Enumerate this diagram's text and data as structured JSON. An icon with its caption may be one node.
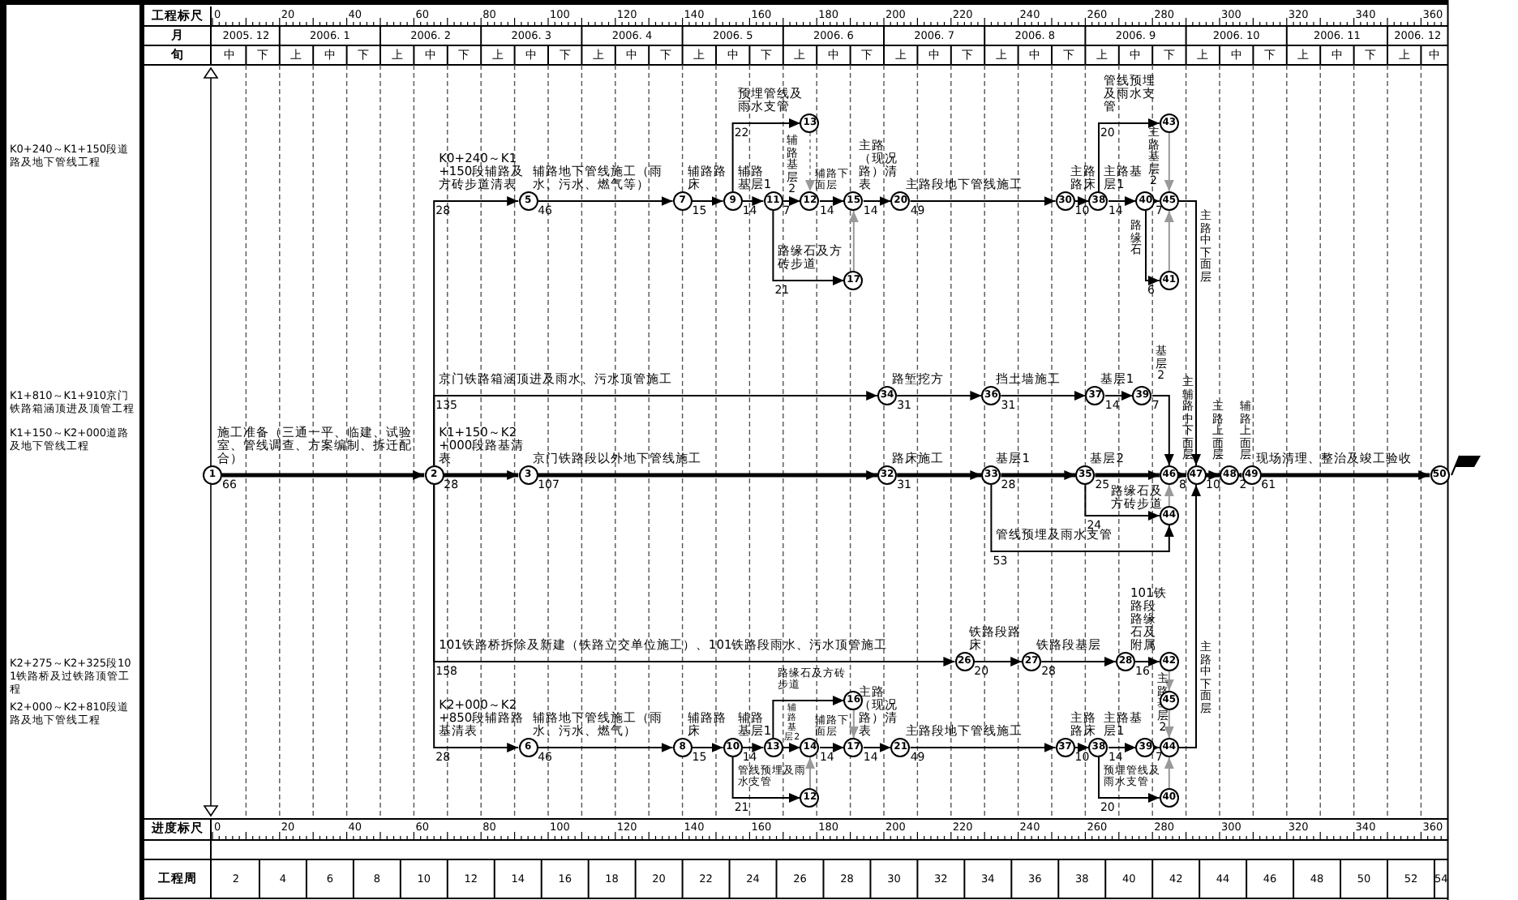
{
  "diagram": {
    "nodes": [
      {
        "text": [
          "1"
        ]
      },
      {
        "text": [
          "2"
        ]
      },
      {
        "text": [
          "3"
        ]
      },
      {
        "text": [
          "32"
        ]
      },
      {
        "text": [
          "33"
        ]
      },
      {
        "text": [
          "35"
        ]
      },
      {
        "text": [
          "46"
        ]
      },
      {
        "text": [
          "47"
        ]
      },
      {
        "text": [
          "48"
        ]
      },
      {
        "text": [
          "49"
        ]
      },
      {
        "text": [
          "50"
        ]
      },
      {
        "text": [
          "5"
        ]
      },
      {
        "text": [
          "7"
        ]
      },
      {
        "text": [
          "9"
        ]
      },
      {
        "text": [
          "11"
        ]
      },
      {
        "text": [
          "13"
        ]
      },
      {
        "text": [
          "12"
        ]
      },
      {
        "text": [
          "17"
        ]
      },
      {
        "text": [
          "15"
        ]
      },
      {
        "text": [
          "20"
        ]
      },
      {
        "text": [
          "30"
        ]
      },
      {
        "text": [
          "38"
        ]
      },
      {
        "text": [
          "40"
        ]
      },
      {
        "text": [
          "43"
        ]
      },
      {
        "text": [
          "41"
        ]
      },
      {
        "text": [
          "45"
        ]
      },
      {
        "text": [
          "34"
        ]
      },
      {
        "text": [
          "36"
        ]
      },
      {
        "text": [
          "37"
        ]
      },
      {
        "text": [
          "39"
        ]
      },
      {
        "text": [
          "44"
        ]
      },
      {
        "text": [
          "26"
        ]
      },
      {
        "text": [
          "27"
        ]
      },
      {
        "text": [
          "28"
        ]
      },
      {
        "text": [
          "42"
        ]
      },
      {
        "text": [
          "45"
        ]
      },
      {
        "text": [
          "6"
        ]
      },
      {
        "text": [
          "8"
        ]
      },
      {
        "text": [
          "10"
        ]
      },
      {
        "text": [
          "13"
        ]
      },
      {
        "text": [
          "12"
        ]
      },
      {
        "text": [
          "14"
        ]
      },
      {
        "text": [
          "16"
        ]
      },
      {
        "text": [
          "17"
        ]
      },
      {
        "text": [
          "21"
        ]
      },
      {
        "text": [
          "37"
        ]
      },
      {
        "text": [
          "38"
        ]
      },
      {
        "text": [
          "39"
        ]
      },
      {
        "text": [
          "40"
        ]
      },
      {
        "text": [
          "44"
        ]
      }
    ],
    "edges": [
      {
        "from": 0,
        "to": 1,
        "arrow": "to",
        "label": "施工准备（三通一平、临建、试验室、管线调查、方案编制、拆迁配合）",
        "style": "thick"
      },
      {
        "from": 1,
        "to": 2,
        "arrow": "to",
        "label": "K1+150～K2+000段路基清表",
        "style": "thick"
      },
      {
        "from": 2,
        "to": 3,
        "arrow": "to",
        "label": "京门铁路段以外地下管线施工",
        "style": "thick"
      },
      {
        "from": 3,
        "to": 4,
        "arrow": "to",
        "label": "路床施工",
        "style": "thick"
      },
      {
        "from": 4,
        "to": 5,
        "arrow": "to",
        "label": "基层1",
        "style": "thick"
      },
      {
        "from": 5,
        "to": 6,
        "arrow": "to",
        "label": "基层2",
        "style": "thick"
      },
      {
        "from": 6,
        "to": 7,
        "arrow": "to",
        "label": "主辅路中下面层",
        "style": "thick"
      },
      {
        "from": 7,
        "to": 8,
        "arrow": "to",
        "label": "主路上面层",
        "style": "thick"
      },
      {
        "from": 8,
        "to": 9,
        "arrow": "to",
        "label": "辅路上面层",
        "style": "thick"
      },
      {
        "from": 9,
        "to": 10,
        "arrow": "to",
        "label": "现场清理、整治及竣工验收",
        "style": "thick"
      },
      {
        "from": 1,
        "to": 11,
        "arrow": "to",
        "label": "K0+240～K1+150段辅路及方砖步道清表"
      },
      {
        "from": 11,
        "to": 12,
        "arrow": "to",
        "label": "辅路地下管线施工（雨水、污水、燃气等）"
      },
      {
        "from": 12,
        "to": 13,
        "arrow": "to",
        "label": "辅路路床"
      },
      {
        "from": 13,
        "to": 14,
        "arrow": "to",
        "label": "辅路基层1"
      },
      {
        "from": 13,
        "to": 15,
        "arrow": "to",
        "label": "预埋管线及雨水支管"
      },
      {
        "from": 14,
        "to": 16,
        "arrow": "to",
        "label": "辅路基层2"
      },
      {
        "from": 15,
        "to": 16,
        "arrow": "to",
        "style": "dashed",
        "color": "#999999"
      },
      {
        "from": 14,
        "to": 17,
        "arrow": "to",
        "label": "路缘石及方砖步道"
      },
      {
        "from": 16,
        "to": 18,
        "arrow": "to",
        "label": "辅路下面层"
      },
      {
        "from": 17,
        "to": 18,
        "arrow": "to",
        "color": "#999999"
      },
      {
        "from": 18,
        "to": 19,
        "arrow": "to",
        "label": "主路（现况路）清表"
      },
      {
        "from": 19,
        "to": 20,
        "arrow": "to",
        "label": "主路段地下管线施工"
      },
      {
        "from": 20,
        "to": 21,
        "arrow": "to",
        "label": "主路路床"
      },
      {
        "from": 21,
        "to": 22,
        "arrow": "to",
        "label": "主路基层1"
      },
      {
        "from": 21,
        "to": 23,
        "arrow": "to",
        "label": "管线预埋及雨水支管"
      },
      {
        "from": 22,
        "to": 25,
        "arrow": "to",
        "label": "主路基层2"
      },
      {
        "from": 22,
        "to": 24,
        "arrow": "to",
        "label": "路缘石"
      },
      {
        "from": 23,
        "to": 25,
        "arrow": "to",
        "color": "#999999"
      },
      {
        "from": 24,
        "to": 25,
        "arrow": "to",
        "color": "#999999"
      },
      {
        "from": 25,
        "to": 7,
        "arrow": "to",
        "label": "主路中下面层"
      },
      {
        "from": 1,
        "to": 26,
        "arrow": "to",
        "label": "京门铁路箱涵顶进及雨水、污水顶管施工"
      },
      {
        "from": 26,
        "to": 27,
        "arrow": "to",
        "label": "路堑挖方"
      },
      {
        "from": 27,
        "to": 28,
        "arrow": "to",
        "label": "挡土墙施工"
      },
      {
        "from": 28,
        "to": 29,
        "arrow": "to",
        "label": "基层1"
      },
      {
        "from": 29,
        "to": 6,
        "arrow": "to",
        "label": "基层2"
      },
      {
        "from": 5,
        "to": 30,
        "arrow": "to",
        "label": "路缘石及方砖步道"
      },
      {
        "from": 30,
        "to": 6,
        "arrow": "to",
        "color": "#999999"
      },
      {
        "from": 4,
        "to": 30,
        "arrow": "to",
        "label": "管线预埋及雨水支管"
      },
      {
        "from": 1,
        "to": 31,
        "arrow": "to",
        "label": "101铁路桥拆除及新建（铁路立交单位施工）、101铁路段雨水、污水顶管施工"
      },
      {
        "from": 31,
        "to": 32,
        "arrow": "to",
        "label": "铁路段路床"
      },
      {
        "from": 32,
        "to": 33,
        "arrow": "to",
        "label": "铁路段基层"
      },
      {
        "from": 33,
        "to": 34,
        "arrow": "to",
        "label": "101铁路段路缘石及附属"
      },
      {
        "from": 34,
        "to": 35,
        "arrow": "to",
        "color": "#999999"
      },
      {
        "from": 35,
        "to": 49,
        "arrow": "to",
        "color": "#999999"
      },
      {
        "from": 1,
        "to": 36,
        "arrow": "to",
        "label": "K2+000～K2+850段辅路路基清表"
      },
      {
        "from": 36,
        "to": 37,
        "arrow": "to",
        "label": "辅路地下管线施工（雨水、污水、燃气）"
      },
      {
        "from": 37,
        "to": 38,
        "arrow": "to",
        "label": "辅路路床"
      },
      {
        "from": 38,
        "to": 39,
        "arrow": "to",
        "label": "辅路基层1"
      },
      {
        "from": 38,
        "to": 40,
        "arrow": "to",
        "label": "管线预埋及雨水支管"
      },
      {
        "from": 39,
        "to": 41,
        "arrow": "to",
        "label": "辅路基层2"
      },
      {
        "from": 40,
        "to": 41,
        "arrow": "to",
        "color": "#999999"
      },
      {
        "from": 39,
        "to": 42,
        "arrow": "to",
        "label": "路缘石及方砖步道"
      },
      {
        "from": 41,
        "to": 43,
        "arrow": "to",
        "label": "辅路下面层"
      },
      {
        "from": 42,
        "to": 43,
        "arrow": "to",
        "color": "#999999"
      },
      {
        "from": 43,
        "to": 44,
        "arrow": "to",
        "label": "主路（现况路）清表"
      },
      {
        "from": 44,
        "to": 45,
        "arrow": "to",
        "label": "主路段地下管线施工"
      },
      {
        "from": 45,
        "to": 46,
        "arrow": "to",
        "label": "主路路床"
      },
      {
        "from": 46,
        "to": 47,
        "arrow": "to",
        "label": "主路基层1"
      },
      {
        "from": 46,
        "to": 48,
        "arrow": "to",
        "label": "预埋管线及雨水支管"
      },
      {
        "from": 47,
        "to": 49,
        "arrow": "to",
        "label": "主路基层2"
      },
      {
        "from": 48,
        "to": 49,
        "arrow": "to",
        "color": "#999999"
      },
      {
        "from": 49,
        "to": 7,
        "arrow": "to",
        "label": "主路中下面层"
      }
    ],
    "labels": [
      "工程标尺",
      "0",
      "20",
      "40",
      "60",
      "80",
      "100",
      "120",
      "140",
      "160",
      "180",
      "200",
      "220",
      "240",
      "260",
      "280",
      "300",
      "320",
      "340",
      "360",
      "月",
      "2005. 12",
      "2006. 1",
      "2006. 2",
      "2006. 3",
      "2006. 4",
      "2006. 5",
      "2006. 6",
      "2006. 7",
      "2006. 8",
      "2006. 9",
      "2006. 10",
      "2006. 11",
      "2006. 12",
      "旬",
      "中",
      "下",
      "上",
      "中",
      "下",
      "上",
      "中",
      "下",
      "上",
      "中",
      "下",
      "上",
      "中",
      "下",
      "上",
      "中",
      "下",
      "上",
      "中",
      "下",
      "上",
      "中",
      "下",
      "上",
      "中",
      "下",
      "上",
      "中",
      "下",
      "上",
      "中",
      "下",
      "上",
      "中",
      "下",
      "上",
      "中",
      "K0+240～K1+150段道路及地下管线工程",
      "K1+810～K1+910京门铁路箱涵顶进及顶管工程",
      "K1+150～K2+000道路及地下管线工程",
      "K2+275～K2+325段101铁路桥及过铁路顶管工程",
      "K2+000～K2+810段道路及地下管线工程",
      "66",
      "28",
      "107",
      "31",
      "28",
      "25",
      "8",
      "10",
      "2",
      "61",
      "28",
      "46",
      "15",
      "14",
      "22",
      "7",
      "21",
      "14",
      "14",
      "49",
      "10",
      "14",
      "20",
      "7",
      "6",
      "135",
      "31",
      "31",
      "14",
      "7",
      "24",
      "53",
      "158",
      "20",
      "28",
      "16",
      "28",
      "46",
      "15",
      "14",
      "21",
      "14",
      "14",
      "49",
      "10",
      "14",
      "20",
      "7",
      "进度标尺",
      "0",
      "20",
      "40",
      "60",
      "80",
      "100",
      "120",
      "140",
      "160",
      "180",
      "200",
      "220",
      "240",
      "260",
      "280",
      "300",
      "320",
      "340",
      "360",
      "工程周",
      "2",
      "4",
      "6",
      "8",
      "10",
      "12",
      "14",
      "16",
      "18",
      "20",
      "22",
      "24",
      "26",
      "28",
      "30",
      "32",
      "34",
      "36",
      "38",
      "40",
      "42",
      "44",
      "46",
      "48",
      "50",
      "52",
      "54"
    ]
  }
}
